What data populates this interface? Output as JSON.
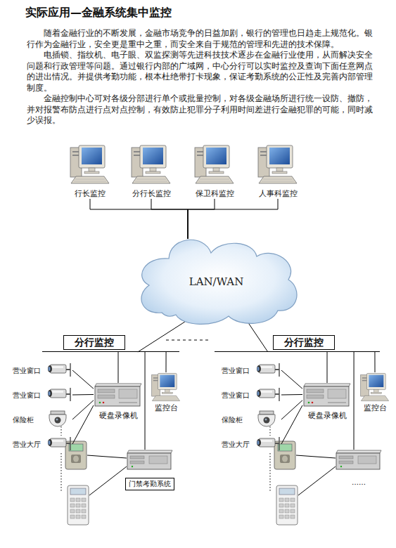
{
  "diagram": {
    "title": "实际应用—金融系统集中监控",
    "nodes": [
      {
        "text": [
          "行长监控"
        ]
      },
      {
        "text": [
          "分行长监控"
        ]
      },
      {
        "text": [
          "保卫科监控"
        ]
      },
      {
        "text": [
          "人事科监控"
        ]
      },
      {
        "text": [
          "LAN/WAN"
        ]
      },
      {
        "text": [
          "分行监控"
        ]
      },
      {
        "text": [
          "营业窗口"
        ]
      },
      {
        "text": [
          "营业窗口"
        ]
      },
      {
        "text": [
          "保险柜"
        ]
      },
      {
        "text": [
          "营业大厅"
        ]
      },
      {
        "text": [
          "硬盘录像机"
        ]
      },
      {
        "text": [
          "监控台"
        ]
      },
      {
        "text": [
          "门禁考勤系统"
        ]
      },
      {
        "text": [
          "分行监控"
        ]
      },
      {
        "text": [
          "营业窗口"
        ]
      },
      {
        "text": [
          "营业窗口"
        ]
      },
      {
        "text": [
          "保险柜"
        ]
      },
      {
        "text": [
          "营业大厅"
        ]
      },
      {
        "text": [
          "硬盘录像机"
        ]
      },
      {
        "text": [
          "监控台"
        ]
      },
      {
        "text": [
          "……"
        ]
      }
    ],
    "edges": [
      {
        "from": 0,
        "to": 4,
        "arrow": "none"
      },
      {
        "from": 1,
        "to": 4,
        "arrow": "none"
      },
      {
        "from": 2,
        "to": 4,
        "arrow": "none"
      },
      {
        "from": 3,
        "to": 4,
        "arrow": "none"
      },
      {
        "from": 4,
        "to": 5,
        "arrow": "none"
      },
      {
        "from": 4,
        "to": 13,
        "arrow": "none"
      },
      {
        "from": 6,
        "to": 10,
        "arrow": "none"
      },
      {
        "from": 7,
        "to": 10,
        "arrow": "none"
      },
      {
        "from": 8,
        "to": 10,
        "arrow": "none"
      },
      {
        "from": 9,
        "to": 10,
        "arrow": "none"
      },
      {
        "from": 10,
        "to": 5,
        "arrow": "none"
      },
      {
        "from": 11,
        "to": 5,
        "arrow": "none"
      },
      {
        "from": 12,
        "to": 5,
        "arrow": "none"
      },
      {
        "from": 14,
        "to": 18,
        "arrow": "none"
      },
      {
        "from": 15,
        "to": 18,
        "arrow": "none"
      },
      {
        "from": 16,
        "to": 18,
        "arrow": "none"
      },
      {
        "from": 17,
        "to": 18,
        "arrow": "none"
      },
      {
        "from": 18,
        "to": 13,
        "arrow": "none"
      },
      {
        "from": 19,
        "to": 13,
        "arrow": "none"
      },
      {
        "from": 20,
        "to": 13,
        "arrow": "none"
      }
    ],
    "labels": [
      "随着金融行业的不断发展，金融市场竞争的日益加剧，银行的管理也日趋走上规范化。银行作为金融行业，安全更是重中之重，而安全来自于规范的管理和先进的技术保障。",
      "电插锁、指纹机、电子眼、双监探测等先进科技技术逐步在金融行业使用，从而解决安全问题和行政管理等问题。通过银行内部的广域网，中心分行可以实时监控及查询下面任意网点的进出情况。并提供考勤功能，根本杜绝带打卡现象，保证考勤系统的公正性及完善内部管理制度。",
      "金融控制中心可对各级分部进行单个或批量控制，对各级金融场所进行统一设防、撤防，并对报警布防点进行点对点控制，有效防止犯罪分子利用时间差进行金融犯罪的可能，同时减少误报。"
    ]
  }
}
